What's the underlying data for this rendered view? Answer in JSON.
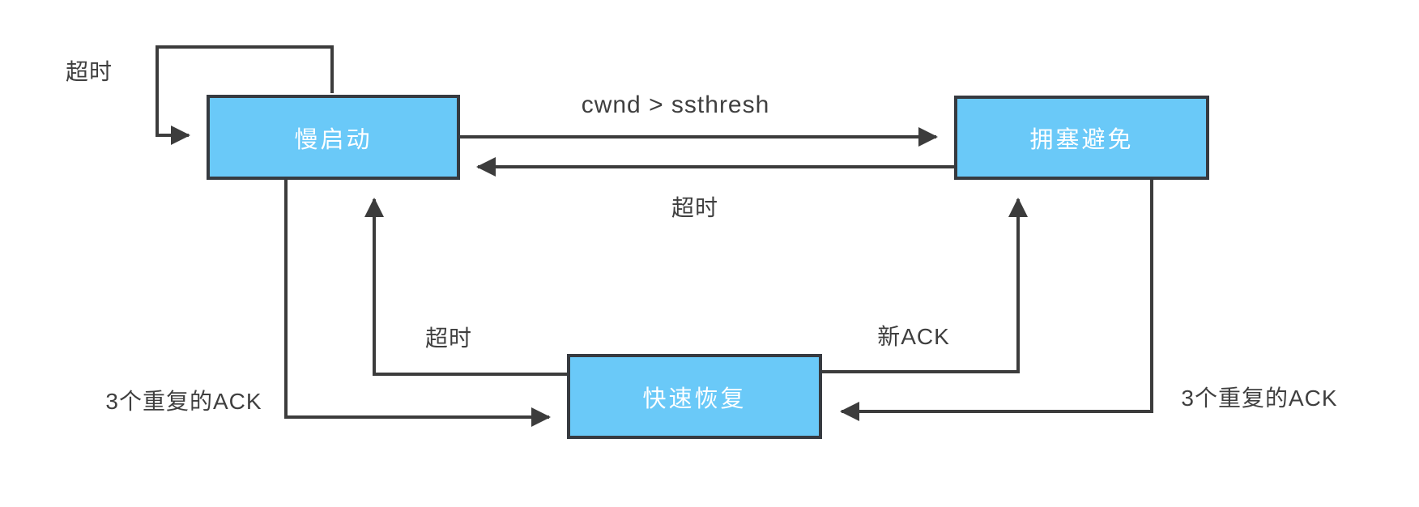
{
  "diagram": {
    "states": [
      {
        "id": "slow-start",
        "label": "慢启动"
      },
      {
        "id": "congestion-avoidance",
        "label": "拥塞避免"
      },
      {
        "id": "fast-recovery",
        "label": "快速恢复"
      }
    ],
    "transitions": [
      {
        "from": "slow-start",
        "to": "slow-start",
        "label": "超时"
      },
      {
        "from": "slow-start",
        "to": "congestion-avoidance",
        "label": "cwnd > ssthresh"
      },
      {
        "from": "congestion-avoidance",
        "to": "slow-start",
        "label": "超时"
      },
      {
        "from": "slow-start",
        "to": "fast-recovery",
        "label": "3个重复的ACK"
      },
      {
        "from": "fast-recovery",
        "to": "slow-start",
        "label": "超时"
      },
      {
        "from": "fast-recovery",
        "to": "congestion-avoidance",
        "label": "新ACK"
      },
      {
        "from": "congestion-avoidance",
        "to": "fast-recovery",
        "label": "3个重复的ACK"
      }
    ],
    "colors": {
      "state_fill": "#6ac9f8",
      "state_border": "#363a40",
      "state_text": "#ffffff",
      "edge_stroke": "#3c3c3c",
      "label_text": "#3f3f3f",
      "background": "#ffffff"
    }
  }
}
